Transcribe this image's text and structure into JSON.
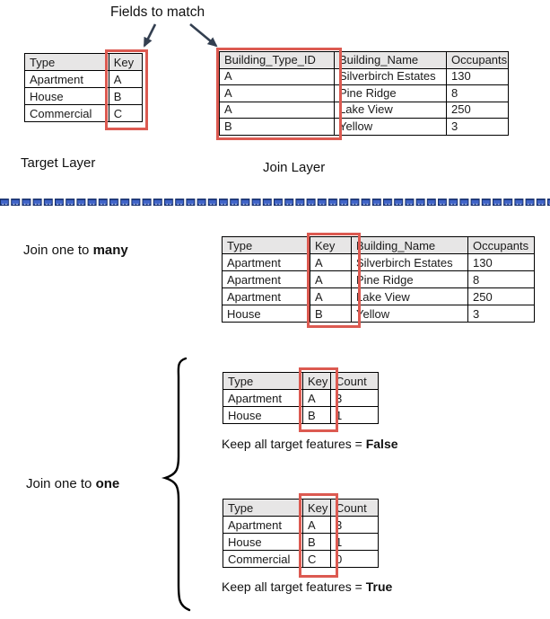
{
  "page": {
    "title": "Fields to match"
  },
  "labels": {
    "target_layer": "Target Layer",
    "join_layer": "Join Layer",
    "join_many_prefix": "Join one to ",
    "join_many_bold": "many",
    "join_one_prefix": "Join one to ",
    "join_one_bold": "one",
    "keep_false_prefix": "Keep all target features = ",
    "keep_false_bold": "False",
    "keep_true_prefix": "Keep all target features = ",
    "keep_true_bold": "True"
  },
  "colors": {
    "red_highlight": "#dc5a51",
    "table_header_bg": "#e7e6e6",
    "arrow": "#333f50",
    "divider_dash_border": "#17306b",
    "divider_dash_fill": "#4064c8",
    "divider_dash_dot": "#b8c6ee",
    "brace": "#000000"
  },
  "tables": {
    "target": {
      "headers": [
        "Type",
        "Key"
      ],
      "rows": [
        [
          "Apartment",
          "A"
        ],
        [
          "House",
          "B"
        ],
        [
          "Commercial",
          "C"
        ]
      ]
    },
    "join": {
      "headers": [
        "Building_Type_ID",
        "Building_Name",
        "Occupants"
      ],
      "rows": [
        [
          "A",
          "Silverbirch Estates",
          "130"
        ],
        [
          "A",
          "Pine Ridge",
          "8"
        ],
        [
          "A",
          "Lake View",
          "250"
        ],
        [
          "B",
          "Yellow",
          "3"
        ]
      ]
    },
    "one_to_many": {
      "headers": [
        "Type",
        "Key",
        "Building_Name",
        "Occupants"
      ],
      "rows": [
        [
          "Apartment",
          "A",
          "Silverbirch Estates",
          "130"
        ],
        [
          "Apartment",
          "A",
          "Pine Ridge",
          "8"
        ],
        [
          "Apartment",
          "A",
          "Lake View",
          "250"
        ],
        [
          "House",
          "B",
          "Yellow",
          "3"
        ]
      ]
    },
    "one_to_one_false": {
      "headers": [
        "Type",
        "Key",
        "Count"
      ],
      "rows": [
        [
          "Apartment",
          "A",
          "3"
        ],
        [
          "House",
          "B",
          "1"
        ]
      ]
    },
    "one_to_one_true": {
      "headers": [
        "Type",
        "Key",
        "Count"
      ],
      "rows": [
        [
          "Apartment",
          "A",
          "3"
        ],
        [
          "House",
          "B",
          "1"
        ],
        [
          "Commercial",
          "C",
          "0"
        ]
      ]
    }
  }
}
